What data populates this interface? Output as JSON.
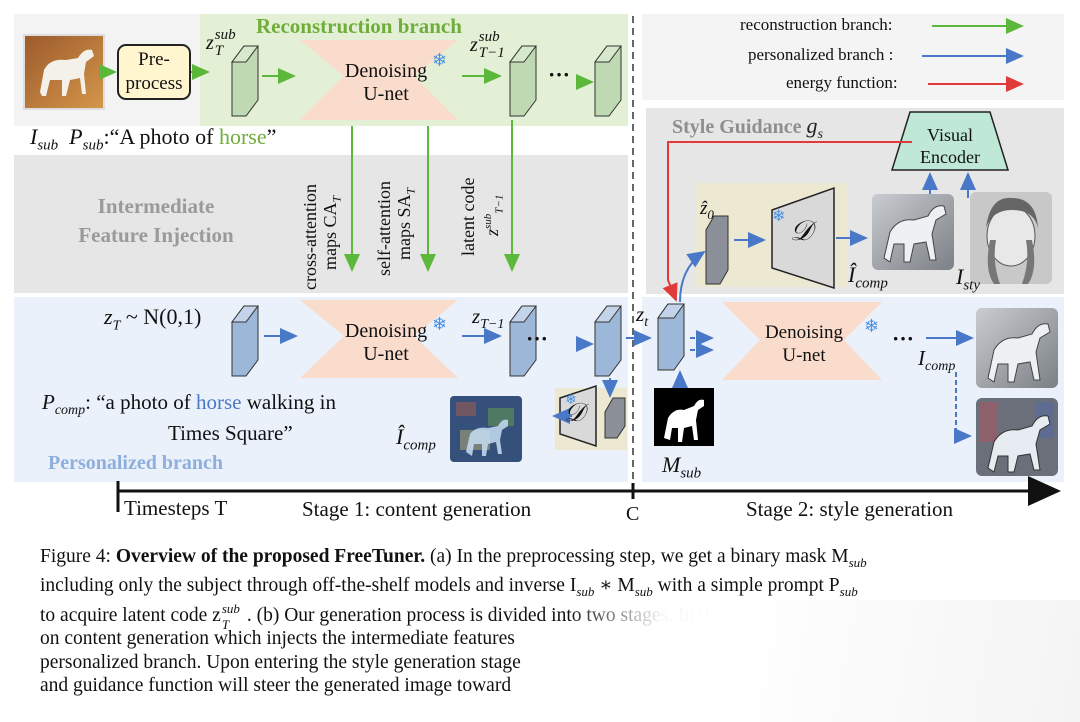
{
  "reconstruction_title": "Reconstruction branch",
  "intermediate_title_line1": "Intermediate",
  "intermediate_title_line2": "Feature Injection",
  "personalized_title": "Personalized branch",
  "style_title": "Style Guidance",
  "style_title_symbol": "g",
  "style_title_symbol_sub": "s",
  "preprocess_line1": "Pre-",
  "preprocess_line2": "process",
  "denoising_line1": "Denoising",
  "denoising_line2": "U-net",
  "visual_encoder_line1": "Visual",
  "visual_encoder_line2": "Encoder",
  "decoder_symbol": "𝒟",
  "ellipsis": "···",
  "i_sub_label": "I",
  "i_sub_label_sub": "sub",
  "p_sub_prefix": "P",
  "p_sub_sub": "sub",
  "p_sub_text_before": ":“A photo of ",
  "p_sub_text_keyword": "horse",
  "p_sub_text_after": "”",
  "p_comp_prefix": "P",
  "p_comp_sub": "comp",
  "p_comp_text_before": ": “a photo of ",
  "p_comp_text_keyword": "horse",
  "p_comp_text_after": " walking in",
  "p_comp_line2": "Times Square”",
  "z_T_sub": "z",
  "z_T_sub_sup": "sub",
  "z_T_sub_sub": "T",
  "z_Tm1_sub": "z",
  "z_Tm1_sub_sup": "sub",
  "z_Tm1_sub_sub": "T−1",
  "z_T_normal": "z",
  "z_T_normal_sub": "T",
  "z_T_normal_rest": " ~ N(0,1)",
  "z_Tm1": "z",
  "z_Tm1_subscript": "T−1",
  "z_t": "z",
  "z_t_sub": "t",
  "z_hat_0": "ẑ",
  "z_hat_0_sub": "0",
  "i_hat_comp": "Î",
  "i_hat_comp_sub": "comp",
  "i_sty": "I",
  "i_sty_sub": "sty",
  "i_comp": "I",
  "i_comp_sub": "comp",
  "m_sub": "M",
  "m_sub_sub": "sub",
  "rot_label_1a": "cross-attention",
  "rot_label_1b": "maps CA",
  "rot_label_1b_sub": "T",
  "rot_label_2a": "self-attention",
  "rot_label_2b": "maps SA",
  "rot_label_2b_sub": "T",
  "rot_label_3a": "latent code",
  "rot_label_3b": "z",
  "rot_label_3b_sup": "sub",
  "rot_label_3b_sub": "T−1",
  "legend": [
    {
      "label": "reconstruction branch:",
      "color": "#5cb83a"
    },
    {
      "label": "personalized branch :",
      "color": "#4a78c8"
    },
    {
      "label": "energy function:",
      "color": "#e03a3a"
    }
  ],
  "timeline_start": "Timesteps T",
  "timeline_stage1": "Stage 1: content generation",
  "timeline_c": "C",
  "timeline_stage2": "Stage 2: style generation",
  "caption_label": "Figure 4:",
  "caption_bold": "Overview of the proposed FreeTuner.",
  "caption_line1_rest": " (a) In the preprocessing step, we get a binary mask M",
  "caption_line1_sub": "sub",
  "caption_line2": "including only the subject through off-the-shelf models and inverse I",
  "caption_line2_sub1": "sub",
  "caption_line2_mid": " ∗ M",
  "caption_line2_sub2": "sub",
  "caption_line2_mid2": " with a simple prompt P",
  "caption_line2_sub3": "sub",
  "caption_line3_a": "to acquire latent code z",
  "caption_line3_sup": "sub",
  "caption_line3_subT": "T",
  "caption_line3_b": ". (b) Our generation process is divided into two stages. In the first stage, we focus",
  "caption_line4": "on content generation which injects the intermediate features",
  "caption_line5": "personalized branch. Upon entering the style generation stage",
  "caption_line6": "and guidance function will steer the generated image toward",
  "colors": {
    "green_arrow": "#5cb83a",
    "blue_arrow": "#4a78c8",
    "red_arrow": "#e03a3a",
    "unet_fill": "#f9dccc",
    "latent_green": "#bfd9b2",
    "latent_blue": "#9db7d9",
    "encoder_fill": "#bfe8d6"
  }
}
